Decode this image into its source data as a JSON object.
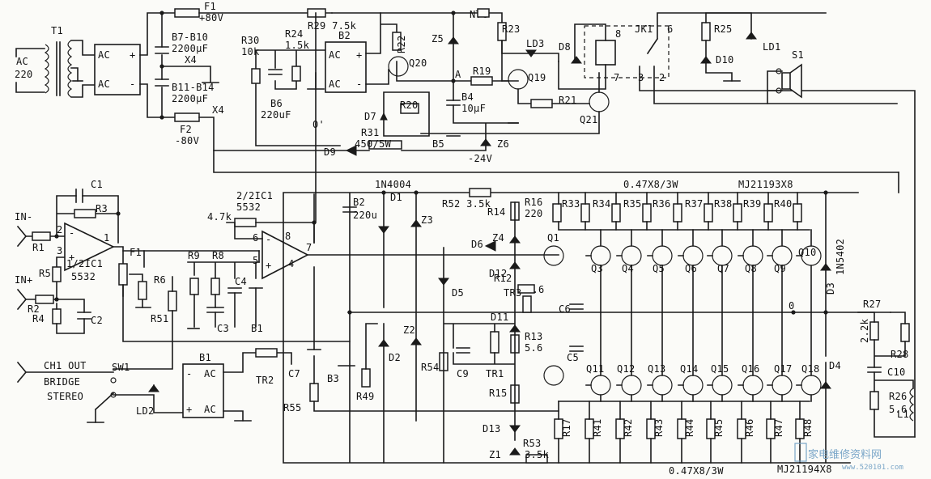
{
  "labels": {
    "ac": "AC",
    "ac_v": "220",
    "t1": "T1",
    "rect_ac1": "AC",
    "rect_ac2": "AC",
    "rect_plus": "+",
    "rect_minus": "-",
    "f1": "F1",
    "f1_v": "+80V",
    "f2": "F2",
    "f2_v": "-80V",
    "b7": "B7-B10",
    "b7_v": "2200μF",
    "b7_x": "X4",
    "b11": "B11-B14",
    "b11_v": "2200μF",
    "b11_x": "X4",
    "r29": "R29 7.5k",
    "r30": "R30",
    "r30_v": "10k",
    "r24": "R24",
    "r24_v": "1.5k",
    "b2top": "B2",
    "b2_ac1": "AC",
    "b2_ac2": "AC",
    "b2_plus": "+",
    "b2_minus": "-",
    "r22": "R22",
    "q20": "Q20",
    "b6": "B6",
    "b6_v": "220uF",
    "zero_top": "0'",
    "ntc": "NTC",
    "z5": "Z5",
    "r23": "R23",
    "ld3": "LD3",
    "q19": "Q19",
    "d8": "D8",
    "k8": "8",
    "jk1": "JK1",
    "k6": "6",
    "k7": "7",
    "k3": "3",
    "k2": "2",
    "r25": "R25",
    "d10": "D10",
    "ld1": "LD1",
    "s1": "S1",
    "node_a": "A",
    "r19": "R19",
    "r20": "R20",
    "d7": "D7",
    "b4": "B4",
    "b4_v": "10μF",
    "r21": "R21",
    "q21": "Q21",
    "r31": "R31",
    "r31_v": "450/5W",
    "d9": "D9",
    "b5": "B5",
    "z6": "Z6",
    "v24": "-24V",
    "c1": "C1",
    "r3": "R3",
    "in_minus": "IN-",
    "in_plus": "IN+",
    "r1": "R1",
    "r2": "R2",
    "r4": "R4",
    "r5": "R5",
    "c2": "C2",
    "ic1a": "1/2IC1",
    "ic1a_v": "5532",
    "pin2": "2",
    "pin3": "3",
    "pin1": "1",
    "f1pot": "F1",
    "r6": "R6",
    "r9": "R9",
    "r8": "R8",
    "c4": "C4",
    "c3": "C3",
    "b1small": "B1",
    "r51": "R51",
    "r47k": "4.7k",
    "ic1b": "2/2IC1",
    "ic1b_v": "5532",
    "pin6": "6",
    "pin8": "8",
    "pin5": "5",
    "pin4": "4",
    "pin7": "7",
    "b2_lbl": "B2",
    "b2_val": "220u",
    "d1": "D1",
    "in4004": "1N4004",
    "z3": "Z3",
    "r52": "R52 3.5k",
    "r16": "R16",
    "r16_v": "220",
    "r14": "R14",
    "z4": "Z4",
    "d6": "D6",
    "d12": "D12",
    "d5": "D5",
    "r12": "R12",
    "r12_v": "5.6",
    "tr3": "TR3",
    "c6": "C6",
    "d11": "D11",
    "r13": "R13",
    "r13_v": "5.6",
    "c5": "C5",
    "r54": "R54",
    "c9": "C9",
    "tr1": "TR1",
    "r15": "R15",
    "d13": "D13",
    "z1": "Z1",
    "r53": "R53",
    "r53_v": "3.5k",
    "z2": "Z2",
    "d2": "D2",
    "r49": "R49",
    "r55": "R55",
    "c7": "C7",
    "b3": "B3",
    "ch1out": "CH1 OUT",
    "sw1": "SW1",
    "bridge": "BRIDGE",
    "stereo": "STEREO",
    "ld2": "LD2",
    "b1": "B1",
    "b1_ac1": "AC",
    "b1_ac2": "AC",
    "b1_minus": "-",
    "b1_plus": "+",
    "tr2": "TR2",
    "top_res": "0.47X8/3W",
    "top_tr": "MJ21193X8",
    "bot_res": "0.47X8/3W",
    "bot_tr": "MJ21194X8",
    "zero_out": "0",
    "d3": "D3",
    "d3_v": "1N5402",
    "d4": "D4",
    "r27": "R27",
    "r27_v": "2.2k",
    "r28": "R28",
    "c10": "C10",
    "r26": "R26",
    "r26_v": "5.6",
    "l1": "L1",
    "r33": "R33",
    "r34": "R34",
    "r35": "R35",
    "r36": "R36",
    "r37": "R37",
    "r38": "R38",
    "r39": "R39",
    "r40": "R40",
    "q1": "Q1",
    "q3": "Q3",
    "q4": "Q4",
    "q5": "Q5",
    "q6": "Q6",
    "q7": "Q7",
    "q8": "Q8",
    "q9": "Q9",
    "q10": "Q10",
    "q11": "Q11",
    "q12": "Q12",
    "q13": "Q13",
    "q14": "Q14",
    "q15": "Q15",
    "q16": "Q16",
    "q17": "Q17",
    "q18": "Q18",
    "r17": "R17",
    "r41": "R41",
    "r42": "R42",
    "r43": "R43",
    "r44": "R44",
    "r45": "R45",
    "r46": "R46",
    "r47": "R47",
    "r48": "R48",
    "wm": "家电维修资料网",
    "wm_url": "www.520101.com"
  }
}
